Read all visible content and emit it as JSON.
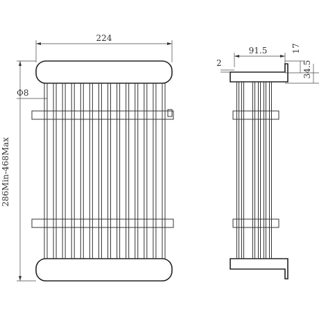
{
  "dimensions": {
    "width": "224",
    "height": "286Min-468Max",
    "diameter": "Φ8",
    "depth": "91.5",
    "bracket_height": "17",
    "total_height": "34.5",
    "thickness": "2"
  }
}
